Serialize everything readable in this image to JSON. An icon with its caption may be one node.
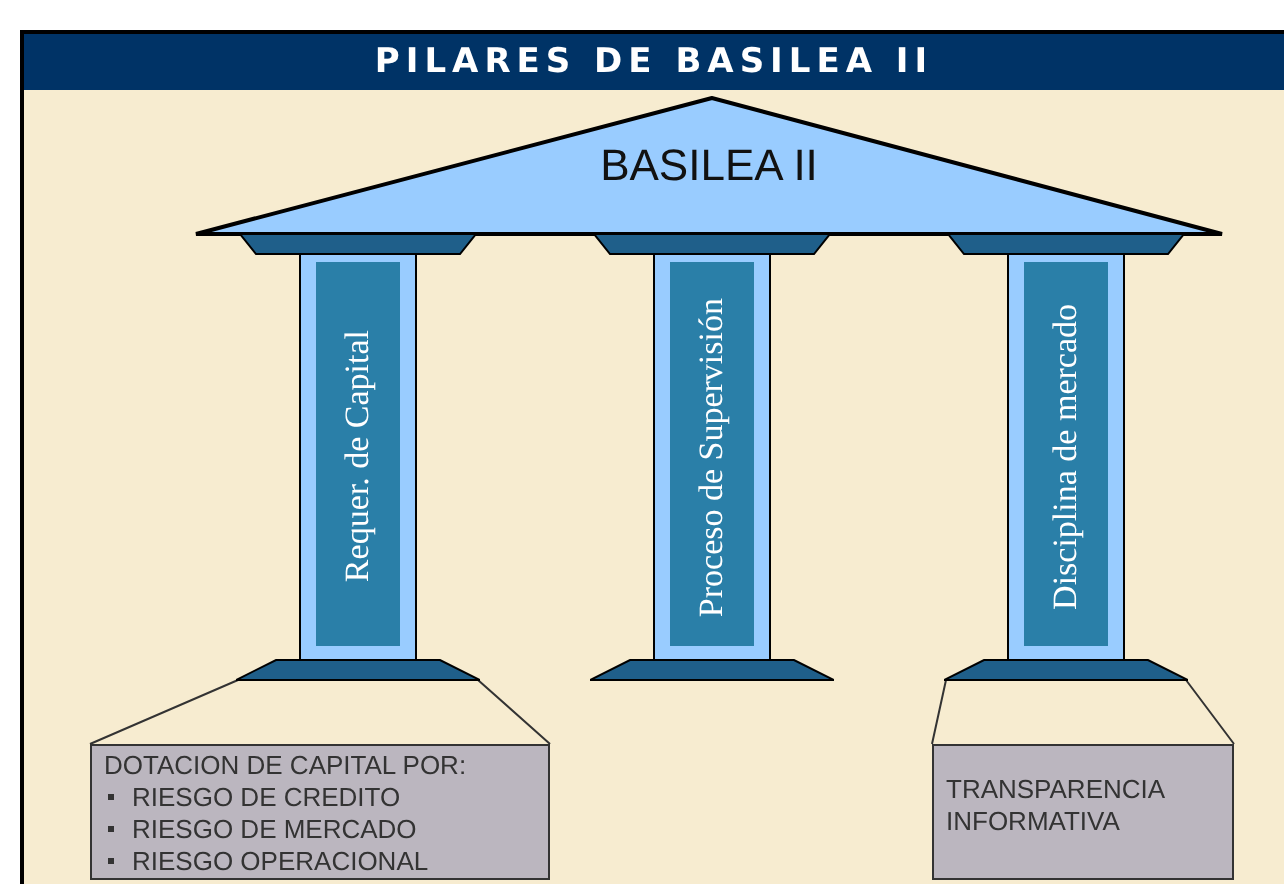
{
  "diagram": {
    "title": "PILARES DE BASILEA II",
    "nodes": [
      {
        "text": [
          "BASILEA II"
        ]
      },
      {
        "text": [
          "Requer. de Capital"
        ]
      },
      {
        "text": [
          "Proceso de Supervisión"
        ]
      },
      {
        "text": [
          "Disciplina de mercado"
        ]
      },
      {
        "text": [
          "DOTACION DE CAPITAL POR:",
          "RIESGO DE CREDITO",
          "RIESGO DE MERCADO",
          "RIESGO OPERACIONAL"
        ]
      },
      {
        "text": [
          "TRANSPARENCIA INFORMATIVA"
        ]
      }
    ],
    "edges": [
      {
        "from": 1,
        "to": 4,
        "arrow": "none"
      },
      {
        "from": 3,
        "to": 5,
        "arrow": "none"
      }
    ]
  }
}
